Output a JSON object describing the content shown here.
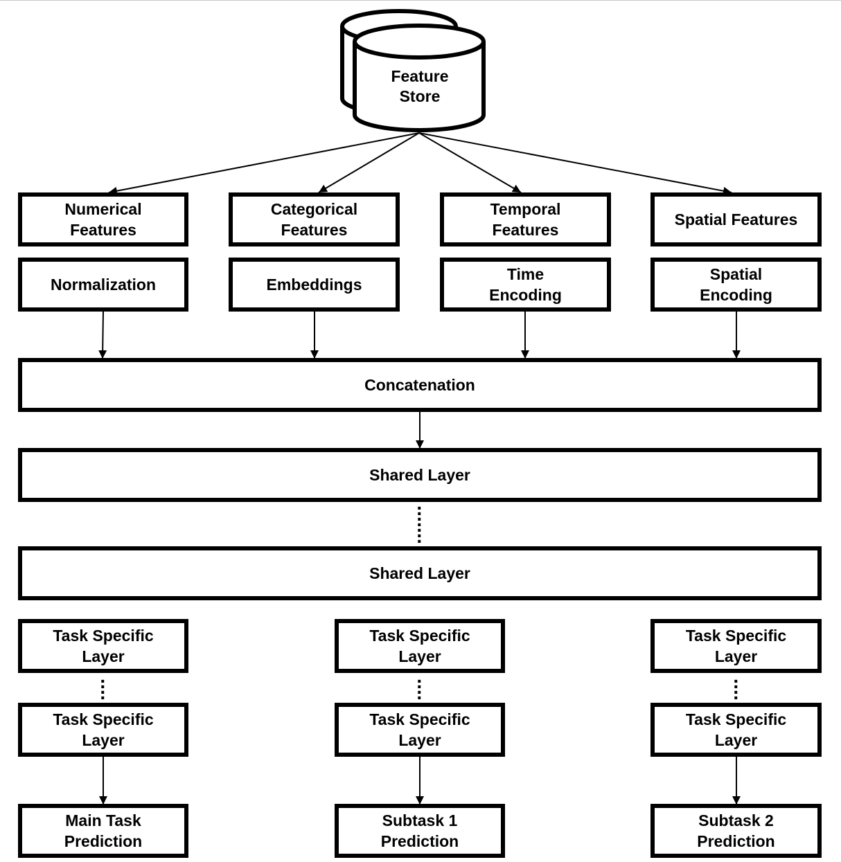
{
  "feature_store": {
    "label": "Feature\nStore"
  },
  "feature_types": [
    {
      "label": "Numerical\nFeatures"
    },
    {
      "label": "Categorical\nFeatures"
    },
    {
      "label": "Temporal\nFeatures"
    },
    {
      "label": "Spatial Features"
    }
  ],
  "encoders": [
    {
      "label": "Normalization"
    },
    {
      "label": "Embeddings"
    },
    {
      "label": "Time\nEncoding"
    },
    {
      "label": "Spatial\nEncoding"
    }
  ],
  "concatenation": {
    "label": "Concatenation"
  },
  "shared_layers": [
    {
      "label": "Shared Layer"
    },
    {
      "label": "Shared Layer"
    }
  ],
  "tasks": [
    {
      "layer_top": "Task Specific\nLayer",
      "layer_bottom": "Task Specific\nLayer",
      "prediction": "Main Task\nPrediction"
    },
    {
      "layer_top": "Task Specific\nLayer",
      "layer_bottom": "Task Specific\nLayer",
      "prediction": "Subtask 1\nPrediction"
    },
    {
      "layer_top": "Task Specific\nLayer",
      "layer_bottom": "Task Specific\nLayer",
      "prediction": "Subtask 2\nPrediction"
    }
  ]
}
